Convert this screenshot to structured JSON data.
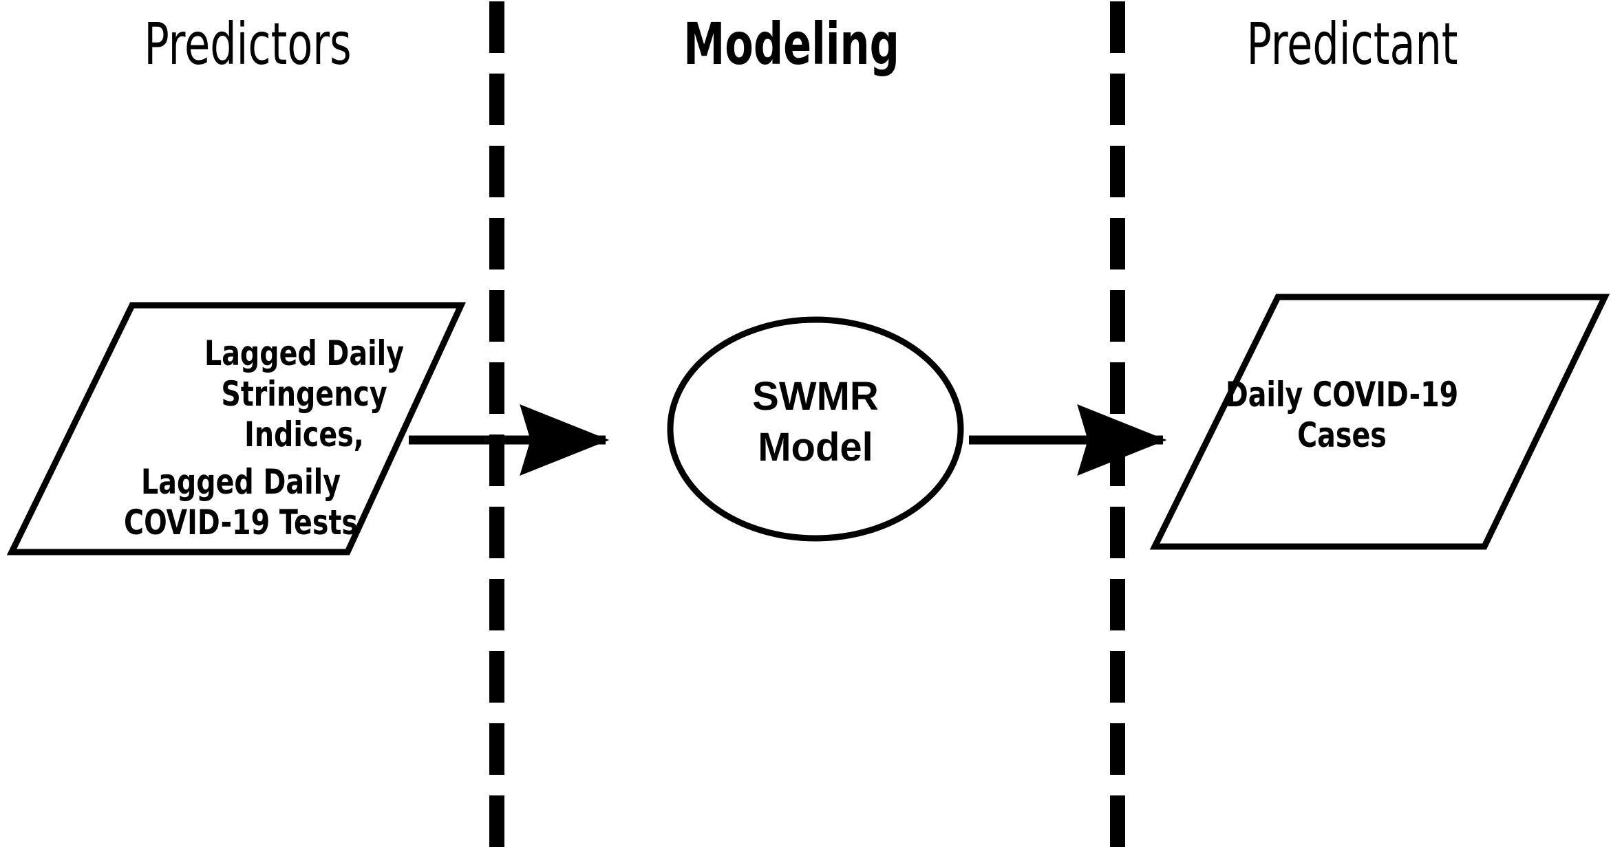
{
  "diagram": {
    "title": "Predictors - Modeling - Predictant flow diagram",
    "background_color": "#ffffff",
    "stroke_color": "#000000",
    "columns": [
      {
        "id": "predictors",
        "label": "Predictors",
        "weight": "regular"
      },
      {
        "id": "modeling",
        "label": "Modeling",
        "weight": "bold"
      },
      {
        "id": "predictant",
        "label": "Predictant",
        "weight": "regular"
      }
    ],
    "nodes": {
      "input": {
        "shape": "parallelogram",
        "line1": "Lagged Daily",
        "line2": "Stringency Indices,",
        "line3": "Lagged Daily",
        "line4": "COVID-19 Tests",
        "text_top": "Lagged Daily\nStringency Indices,",
        "text_bottom": "Lagged Daily\nCOVID-19 Tests"
      },
      "model": {
        "shape": "ellipse",
        "line1": "SWMR",
        "line2": "Model",
        "text": "SWMR\nModel"
      },
      "output": {
        "shape": "parallelogram",
        "line1": "Daily COVID-19",
        "line2": "Cases",
        "text": "Daily COVID-19\nCases"
      }
    },
    "connectors": [
      {
        "id": "input-to-model",
        "from": "input",
        "to": "model",
        "type": "arrow",
        "direction": "right"
      },
      {
        "id": "model-to-output",
        "from": "model",
        "to": "output",
        "type": "arrow",
        "direction": "right"
      }
    ],
    "dividers": [
      {
        "id": "divider-left",
        "style": "dashed-vertical"
      },
      {
        "id": "divider-right",
        "style": "dashed-vertical"
      }
    ]
  }
}
